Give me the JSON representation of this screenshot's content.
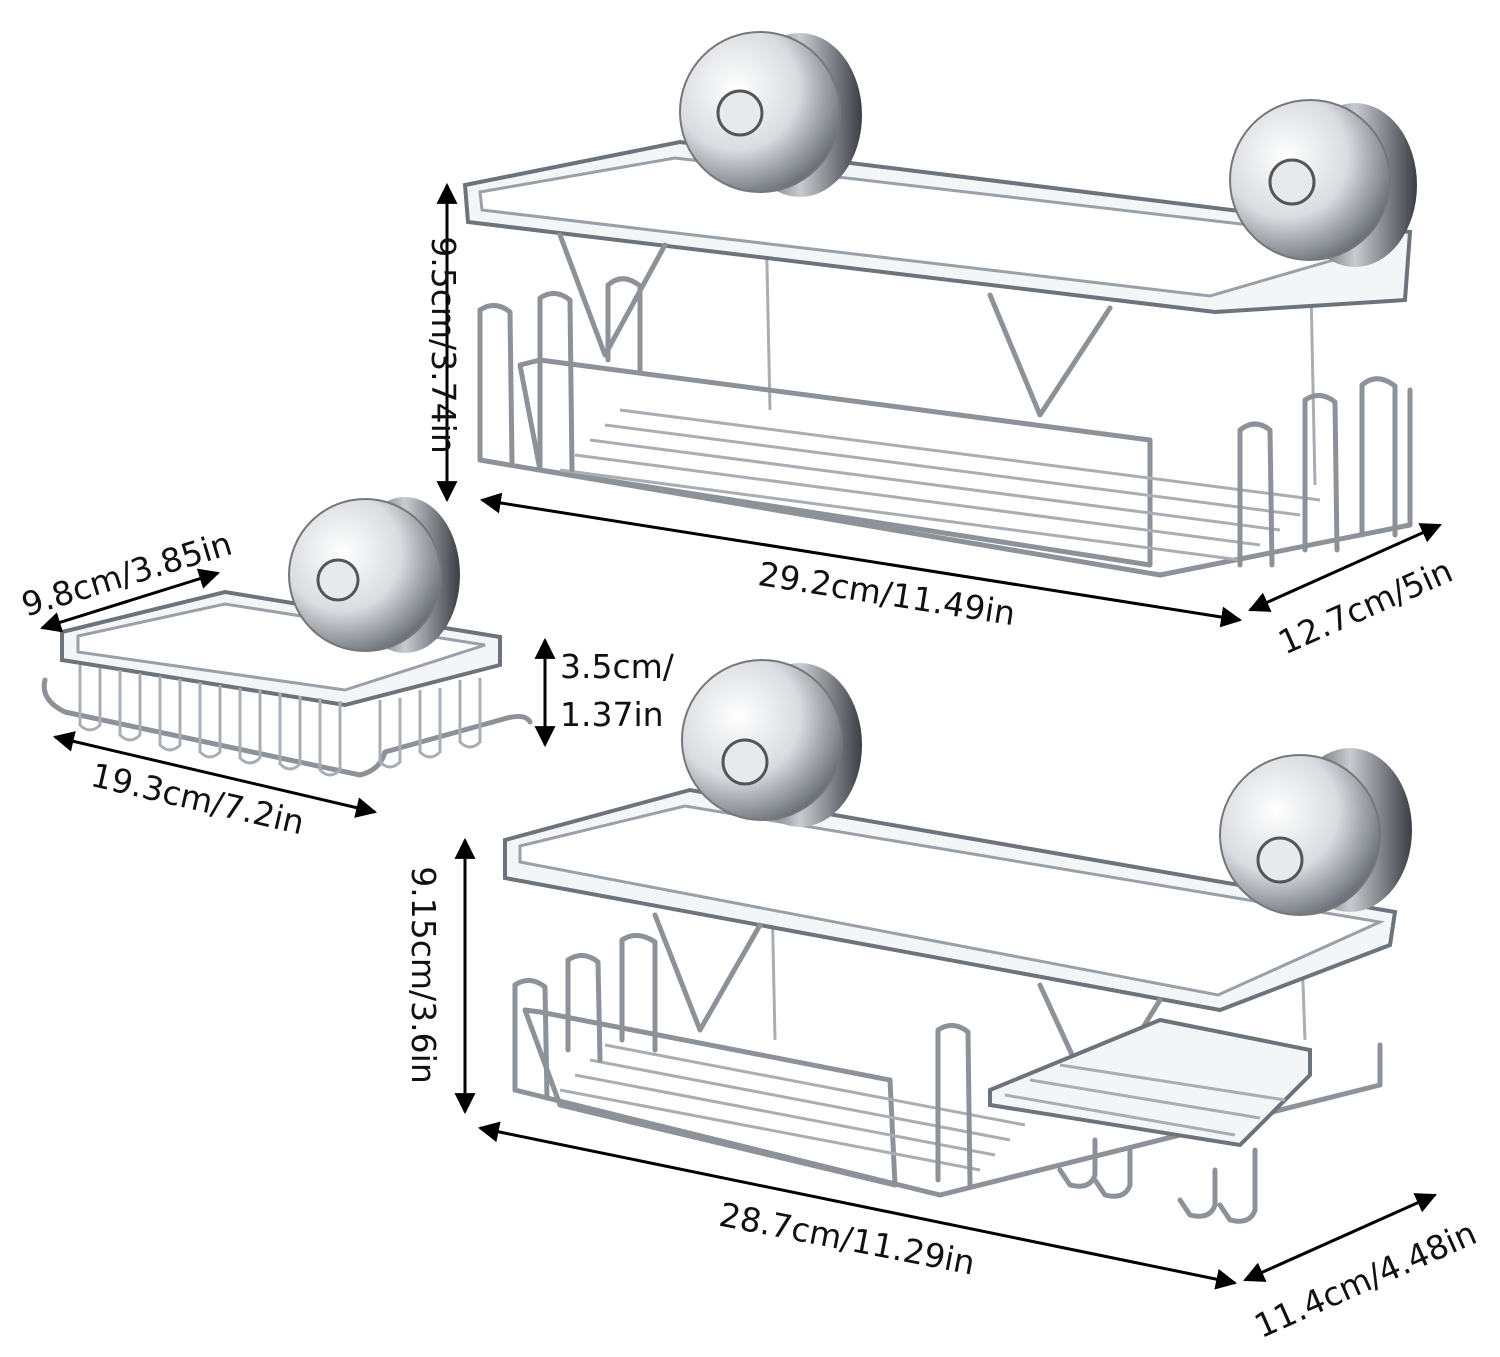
{
  "colors": {
    "background": "#ffffff",
    "metal": "#8d9299",
    "metal_light": "#eef0f3",
    "text": "#111111"
  },
  "large_basket": {
    "height_label": "9.5cm/3.74in",
    "length_label": "29.2cm/11.49in",
    "depth_label": "12.7cm/5in"
  },
  "soap_dish": {
    "depth_label": "9.8cm/3.85in",
    "height_label_line1": "3.5cm/",
    "height_label_line2": "1.37in",
    "length_label": "19.3cm/7.2in"
  },
  "hook_basket": {
    "height_label": "9.15cm/3.6in",
    "length_label": "28.7cm/11.29in",
    "depth_label": "11.4cm/4.48in"
  }
}
